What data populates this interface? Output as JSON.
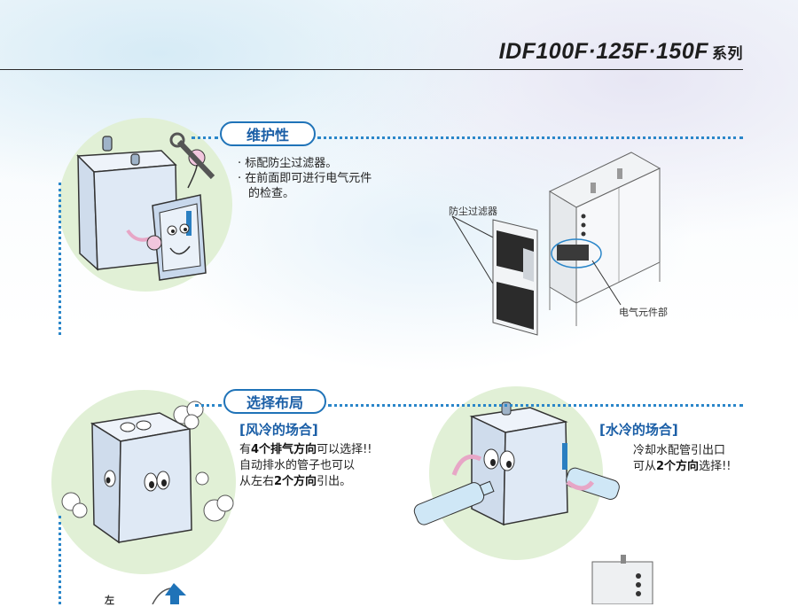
{
  "header": {
    "title": "IDF100F·125F·150F",
    "suffix": "系列"
  },
  "maintenance": {
    "heading": "维护性",
    "bullets": [
      "· 标配防尘过滤器。",
      "· 在前面即可进行电气元件",
      "  的检查。"
    ],
    "label_filter": "防尘过滤器",
    "label_electrical": "电气元件部"
  },
  "layout": {
    "heading": "选择布局",
    "air_cooled": {
      "title": "[风冷的场合]",
      "line1": {
        "pre": "有",
        "b1": "4个排气方向",
        "post": "可以选择!!"
      },
      "line2": "自动排水的管子也可以",
      "line3": {
        "pre": "从左右",
        "b1": "2个方向",
        "post": "引出。"
      }
    },
    "water_cooled": {
      "title": "[水冷的场合]",
      "line1": "冷却水配管引出口",
      "line2": {
        "pre": "可从",
        "b1": "2个方向",
        "post": "选择!!"
      }
    },
    "arrow_label": "左"
  },
  "colors": {
    "accent": "#1f73b8",
    "blob": "#e1f0d6",
    "unit_body": "#dfe9f5"
  }
}
